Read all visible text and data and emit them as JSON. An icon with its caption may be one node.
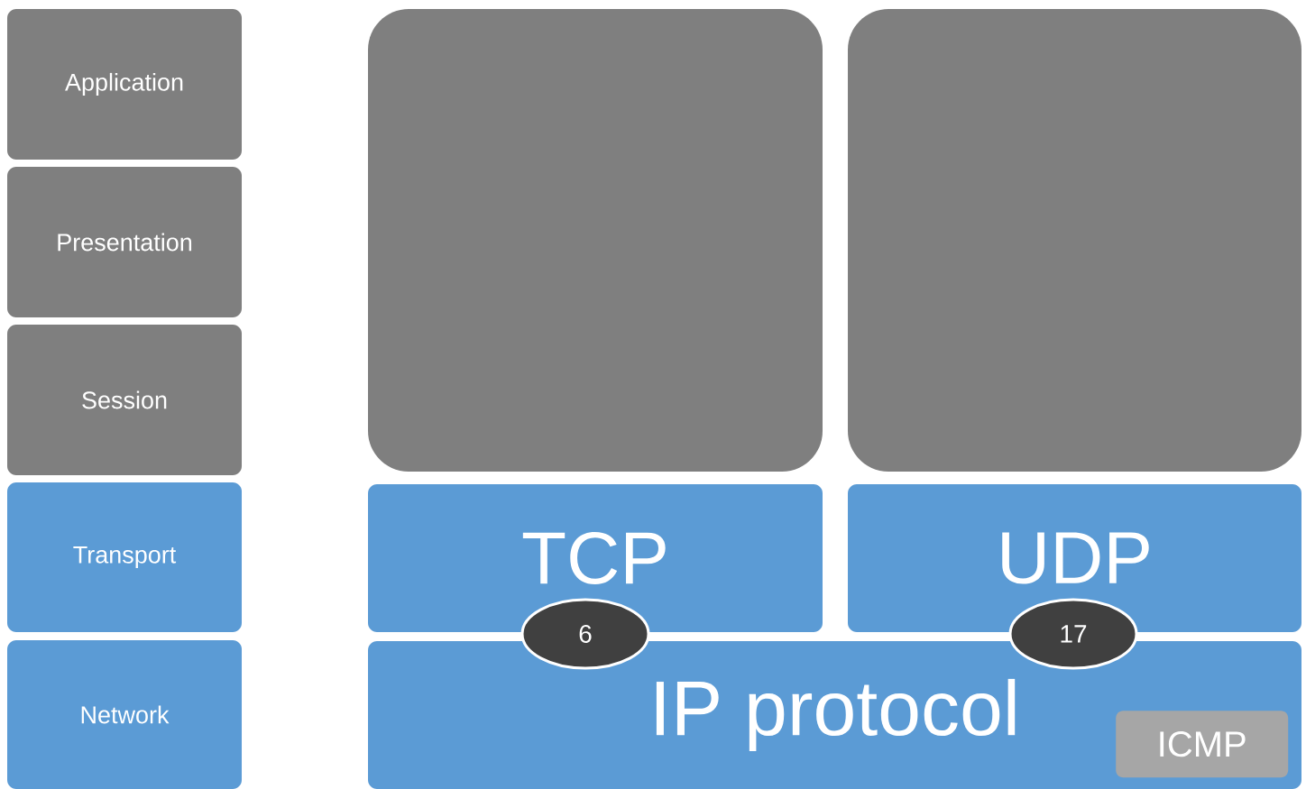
{
  "diagram": {
    "nodes": [
      {
        "text": [
          "Application"
        ]
      },
      {
        "text": [
          "Presentation"
        ]
      },
      {
        "text": [
          "Session"
        ]
      },
      {
        "text": [
          "Transport"
        ]
      },
      {
        "text": [
          "Network"
        ]
      },
      {
        "text": [],
        "shape": "box"
      },
      {
        "text": [],
        "shape": "box"
      },
      {
        "text": [
          "TCP"
        ]
      },
      {
        "text": [
          "UDP"
        ]
      },
      {
        "text": [
          "IP protocol"
        ]
      },
      {
        "text": [
          "ICMP"
        ],
        "in": 9
      },
      {
        "text": [
          "6"
        ]
      },
      {
        "text": [
          "17"
        ]
      }
    ]
  }
}
